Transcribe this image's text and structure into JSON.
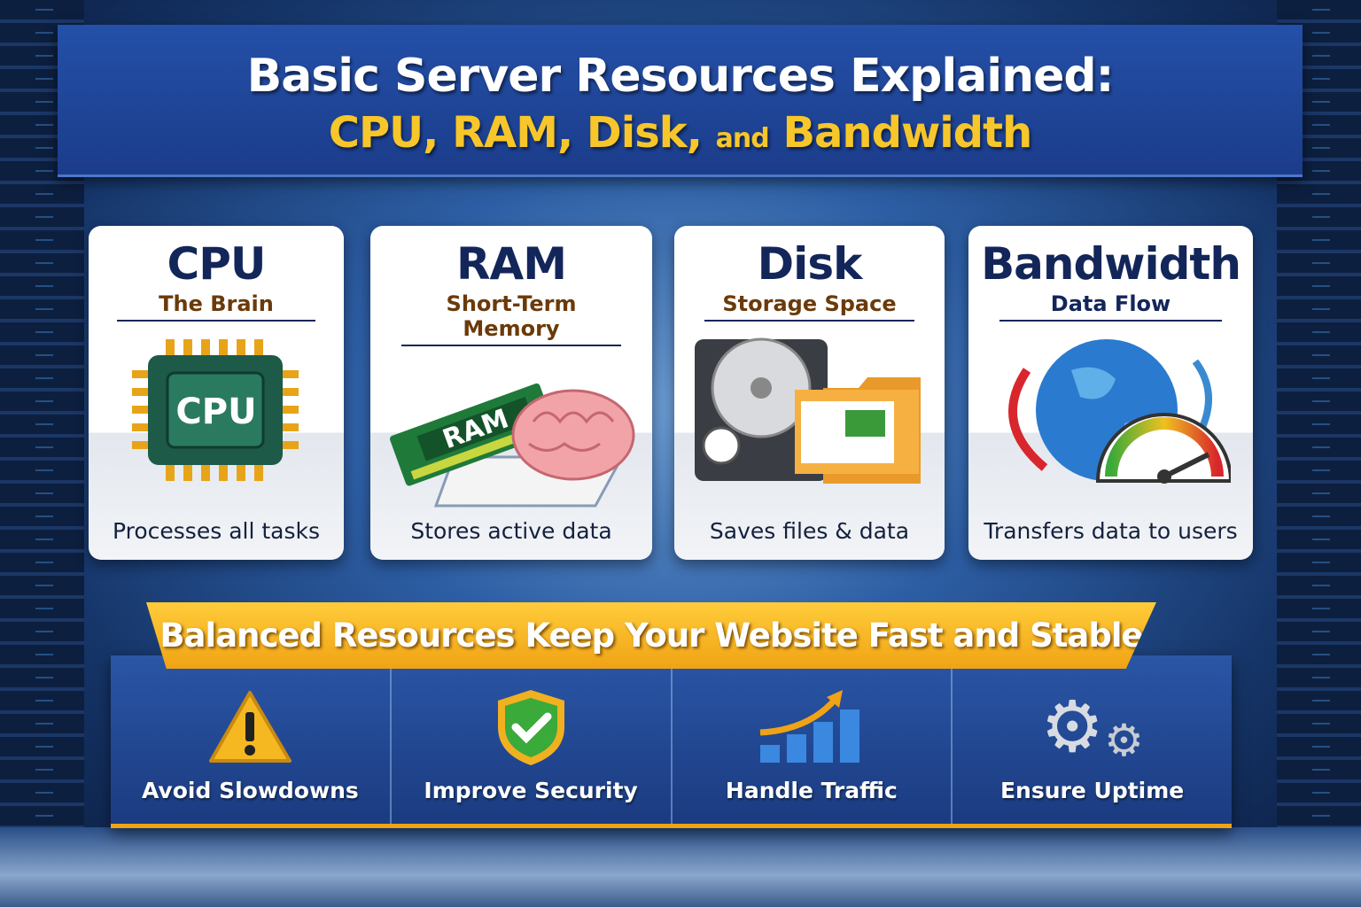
{
  "title": {
    "line1": "Basic Server Resources Explained:",
    "line2_part1": "CPU, RAM, Disk,",
    "line2_and": "and",
    "line2_part2": "Bandwidth"
  },
  "cards": [
    {
      "title": "CPU",
      "subtitle": "The Brain",
      "caption": "Processes all tasks",
      "icon_label": "CPU"
    },
    {
      "title": "RAM",
      "subtitle": "Short-Term Memory",
      "caption": "Stores active data",
      "icon_label": "RAM"
    },
    {
      "title": "Disk",
      "subtitle": "Storage Space",
      "caption": "Saves files & data"
    },
    {
      "title": "Bandwidth",
      "subtitle": "Data Flow",
      "caption": "Transfers data to users"
    }
  ],
  "banner": "Balanced Resources Keep Your Website Fast and Stable",
  "benefits": [
    {
      "label": "Avoid Slowdowns",
      "icon": "warning-icon"
    },
    {
      "label": "Improve Security",
      "icon": "shield-check-icon"
    },
    {
      "label": "Handle Traffic",
      "icon": "growth-chart-icon"
    },
    {
      "label": "Ensure Uptime",
      "icon": "gears-icon"
    }
  ],
  "colors": {
    "navy": "#13265a",
    "gold": "#f7c62a",
    "brown": "#6b3a0a",
    "banner_blue": "#1b3c8a"
  }
}
